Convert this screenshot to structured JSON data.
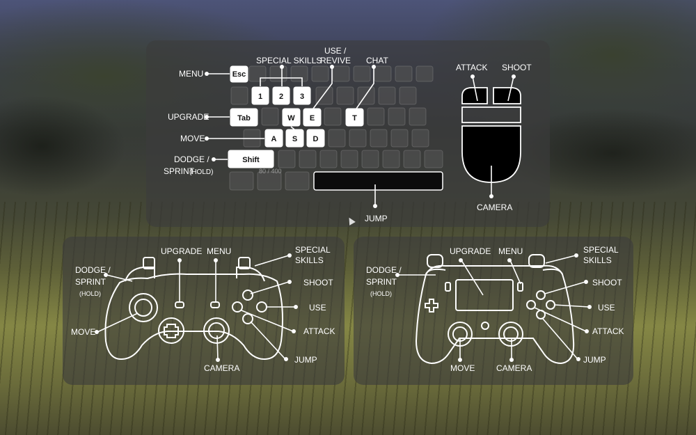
{
  "keyboard": {
    "labels": {
      "menu": "MENU",
      "upgrade": "UPGRADE",
      "move": "MOVE",
      "dodge_line1": "DODGE /",
      "dodge_line2": "SPRINT",
      "dodge_hold": "(HOLD)",
      "special_skills": "SPECIAL SKILLS",
      "use_line1": "USE /",
      "use_line2": "REVIVE",
      "chat": "CHAT",
      "jump": "JUMP"
    },
    "keys": {
      "esc": "Esc",
      "k1": "1",
      "k2": "2",
      "k3": "3",
      "tab": "Tab",
      "w": "W",
      "e": "E",
      "t": "T",
      "a": "A",
      "s": "S",
      "d": "D",
      "shift": "Shift"
    },
    "background_text": "80 / 400"
  },
  "mouse": {
    "attack": "ATTACK",
    "shoot": "SHOOT",
    "camera": "CAMERA"
  },
  "xbox_controller": {
    "dodge_line1": "DODGE /",
    "dodge_line2": "SPRINT",
    "dodge_hold": "(HOLD)",
    "upgrade": "UPGRADE",
    "menu": "MENU",
    "special_line1": "SPECIAL",
    "special_line2": "SKILLS",
    "shoot": "SHOOT",
    "use": "USE",
    "attack": "ATTACK",
    "jump": "JUMP",
    "move": "MOVE",
    "camera": "CAMERA"
  },
  "ps_controller": {
    "dodge_line1": "DODGE /",
    "dodge_line2": "SPRINT",
    "dodge_hold": "(HOLD)",
    "upgrade": "UPGRADE",
    "menu": "MENU",
    "special_line1": "SPECIAL",
    "special_line2": "SKILLS",
    "shoot": "SHOOT",
    "use": "USE",
    "attack": "ATTACK",
    "jump": "JUMP",
    "move": "MOVE",
    "camera": "CAMERA"
  }
}
